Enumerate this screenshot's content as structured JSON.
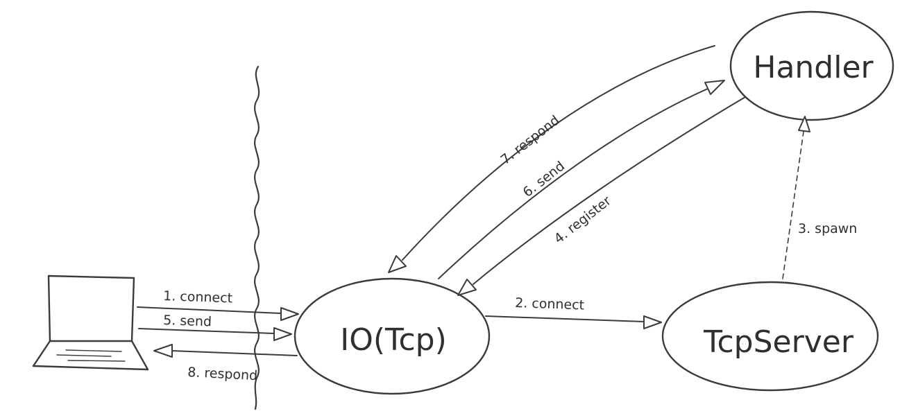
{
  "nodes": {
    "handler": "Handler",
    "io_tcp": "IO(Tcp)",
    "tcp_server": "TcpServer"
  },
  "edges": {
    "e1": "1. connect",
    "e2": "2. connect",
    "e3": "3. spawn",
    "e4": "4. register",
    "e5": "5. send",
    "e6": "6. send",
    "e7": "7. respond",
    "e8": "8. respond"
  },
  "icons": {
    "client": "laptop-icon"
  },
  "colors": {
    "ink": "#3a3a3a",
    "background": "#ffffff"
  }
}
